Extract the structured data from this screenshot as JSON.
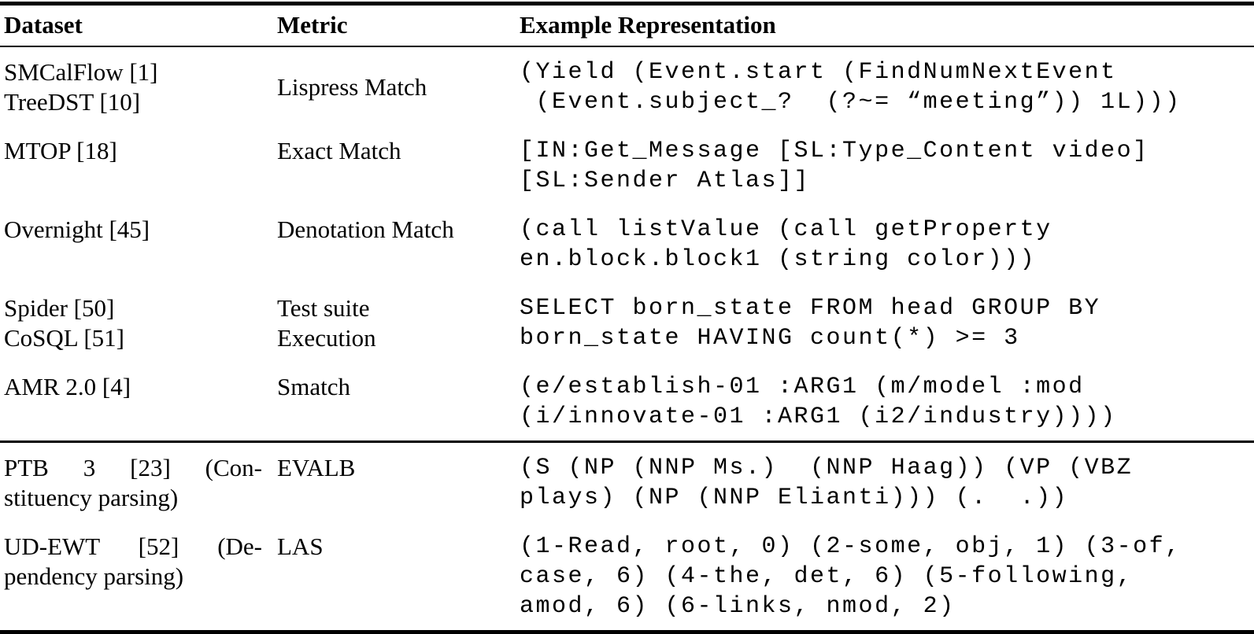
{
  "table": {
    "columns": [
      "Dataset",
      "Metric",
      "Example Representation"
    ],
    "rows": [
      {
        "dataset_lines": [
          "SMCalFlow [1]",
          "TreeDST [10]"
        ],
        "metric_lines": [
          "Lispress Match"
        ],
        "example_lines": [
          "(Yield (Event.start (FindNumNextEvent",
          " (Event.subject_?  (?~= “meeting”)) 1L)))"
        ]
      },
      {
        "dataset_lines": [
          "MTOP [18]"
        ],
        "metric_lines": [
          "Exact Match"
        ],
        "example_lines": [
          "[IN:Get_Message [SL:Type_Content video]",
          "[SL:Sender Atlas]]"
        ]
      },
      {
        "dataset_lines": [
          "Overnight [45]"
        ],
        "metric_lines": [
          "Denotation Match"
        ],
        "example_lines": [
          "(call listValue (call getProperty",
          "en.block.block1 (string color)))"
        ]
      },
      {
        "dataset_lines": [
          "Spider [50]",
          "CoSQL [51]"
        ],
        "metric_lines": [
          "Test suite",
          "Execution"
        ],
        "example_lines": [
          "SELECT born_state FROM head GROUP BY",
          "born_state HAVING count(*) >= 3"
        ]
      },
      {
        "dataset_lines": [
          "AMR 2.0 [4]"
        ],
        "metric_lines": [
          "Smatch"
        ],
        "example_lines": [
          "(e/establish-01 :ARG1 (m/model :mod",
          "(i/innovate-01 :ARG1 (i2/industry))))"
        ]
      },
      {
        "dataset_lines": [
          "PTB 3 [23] (Con-",
          "stituency parsing)"
        ],
        "metric_lines": [
          "EVALB"
        ],
        "example_lines": [
          "(S (NP (NNP Ms.)  (NNP Haag)) (VP (VBZ",
          "plays) (NP (NNP Elianti))) (.  .))"
        ]
      },
      {
        "dataset_lines": [
          "UD-EWT [52] (De-",
          "pendency parsing)"
        ],
        "metric_lines": [
          "LAS"
        ],
        "example_lines": [
          "(1-Read, root, 0) (2-some, obj, 1) (3-of,",
          "case, 6) (4-the, det, 6) (5-following,",
          "amod, 6) (6-links, nmod, 2)"
        ]
      }
    ]
  }
}
